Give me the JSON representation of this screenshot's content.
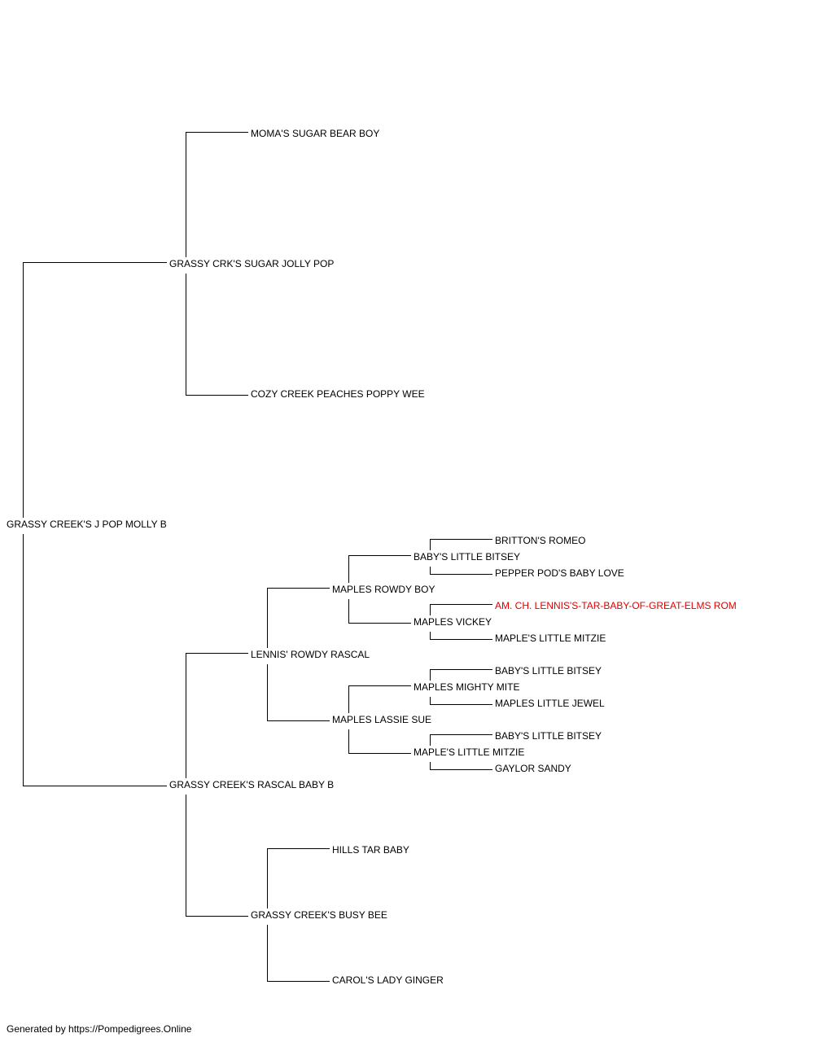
{
  "colors": {
    "line": "#000000",
    "text": "#000000",
    "highlight": "#e00000"
  },
  "pedigree": {
    "subject": {
      "name": "GRASSY CREEK'S J POP MOLLY B"
    },
    "sire": {
      "name": "GRASSY CRK'S SUGAR JOLLY POP"
    },
    "sire_sire": {
      "name": "MOMA'S SUGAR BEAR BOY"
    },
    "sire_dam": {
      "name": "COZY CREEK PEACHES POPPY WEE"
    },
    "dam": {
      "name": "GRASSY CREEK'S RASCAL BABY B"
    },
    "dam_sire": {
      "name": "LENNIS' ROWDY RASCAL"
    },
    "dam_sire_sire": {
      "name": "MAPLES ROWDY BOY"
    },
    "dam_sire_sire_sire": {
      "name": "BABY'S LITTLE BITSEY"
    },
    "dam_sire_sire_sire_sire": {
      "name": "BRITTON'S ROMEO"
    },
    "dam_sire_sire_sire_dam": {
      "name": "PEPPER POD'S BABY LOVE"
    },
    "dam_sire_sire_dam": {
      "name": "MAPLES VICKEY"
    },
    "dam_sire_sire_dam_sire": {
      "name": "AM. CH. LENNIS'S-TAR-BABY-OF-GREAT-ELMS ROM",
      "highlighted": true
    },
    "dam_sire_sire_dam_dam": {
      "name": "MAPLE'S LITTLE MITZIE"
    },
    "dam_sire_dam": {
      "name": "MAPLES LASSIE SUE"
    },
    "dam_sire_dam_sire": {
      "name": "MAPLES MIGHTY MITE"
    },
    "dam_sire_dam_sire_sire": {
      "name": "BABY'S LITTLE BITSEY"
    },
    "dam_sire_dam_sire_dam": {
      "name": "MAPLES LITTLE JEWEL"
    },
    "dam_sire_dam_dam": {
      "name": "MAPLE'S LITTLE MITZIE"
    },
    "dam_sire_dam_dam_sire": {
      "name": "BABY'S LITTLE BITSEY"
    },
    "dam_sire_dam_dam_dam": {
      "name": "GAYLOR SANDY"
    },
    "dam_dam": {
      "name": "GRASSY CREEK'S BUSY BEE"
    },
    "dam_dam_sire": {
      "name": "HILLS TAR BABY"
    },
    "dam_dam_dam": {
      "name": "CAROL'S LADY GINGER"
    }
  },
  "footer": {
    "text": "Generated by https://Pompedigrees.Online"
  }
}
